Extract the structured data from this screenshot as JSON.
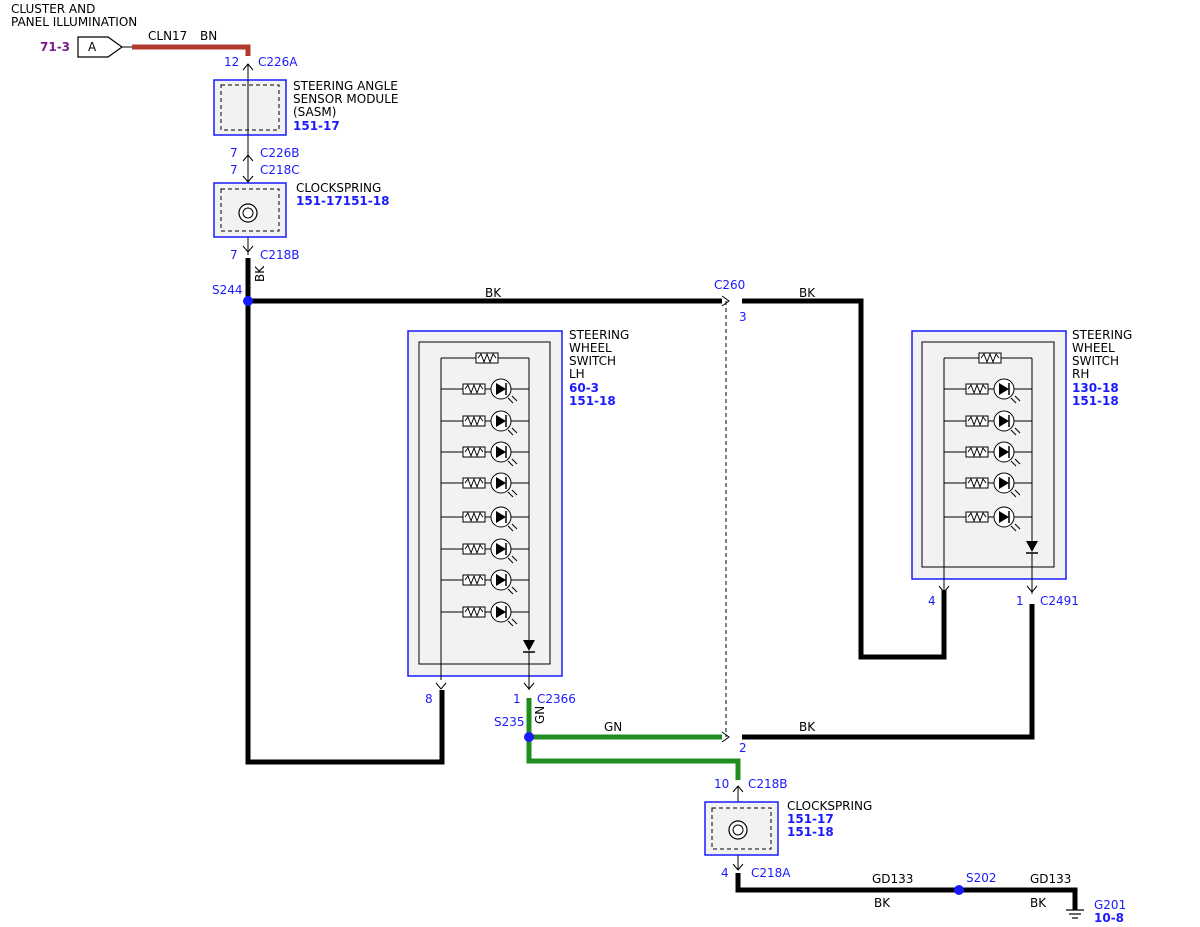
{
  "title": {
    "line1": "CLUSTER AND",
    "line2": "PANEL ILLUMINATION"
  },
  "page_ref": "71-3",
  "connector_flag": "A",
  "wires": {
    "cln17": "CLN17",
    "bn": "BN",
    "bk_vertical": "BK",
    "bk_top_left": "BK",
    "bk_top_right": "BK",
    "gn_vertical": "GN",
    "gn_horizontal": "GN",
    "bk_mid_right": "BK",
    "gd133_left": "GD133",
    "gd133_right": "GD133",
    "bk_bottom_left": "BK",
    "bk_bottom_right": "BK"
  },
  "connectors": {
    "c226a": {
      "pin": "12",
      "name": "C226A"
    },
    "c226b": {
      "pin": "7",
      "name": "C226B"
    },
    "c218c": {
      "pin": "7",
      "name": "C218C"
    },
    "c218b_top": {
      "pin": "7",
      "name": "C218B"
    },
    "c260": {
      "name": "C260",
      "pin_top": "3",
      "pin_bottom": "2"
    },
    "c2366": {
      "pin": "1",
      "name": "C2366",
      "pin_other": "8"
    },
    "c2491": {
      "pin": "1",
      "name": "C2491",
      "pin_other": "4"
    },
    "c218b_bottom": {
      "pin": "10",
      "name": "C218B"
    },
    "c218a": {
      "pin": "4",
      "name": "C218A"
    }
  },
  "splices": {
    "s244": "S244",
    "s235": "S235",
    "s202": "S202"
  },
  "components": {
    "sasm": {
      "line1": "STEERING ANGLE",
      "line2": "SENSOR MODULE",
      "line3": "(SASM)",
      "ref": "151-17"
    },
    "clockspring_top": {
      "name": "CLOCKSPRING",
      "ref": "151-17151-18"
    },
    "swlh": {
      "line1": "STEERING",
      "line2": "WHEEL",
      "line3": "SWITCH",
      "line4": "LH",
      "ref1": "60-3",
      "ref2": "151-18"
    },
    "swrh": {
      "line1": "STEERING",
      "line2": "WHEEL",
      "line3": "SWITCH",
      "line4": "RH",
      "ref1": "130-18",
      "ref2": "151-18"
    },
    "clockspring_bottom": {
      "name": "CLOCKSPRING",
      "ref1": "151-17",
      "ref2": "151-18"
    }
  },
  "ground": {
    "name": "G201",
    "ref": "10-8"
  },
  "colors": {
    "bk": "#000000",
    "gn": "#1f8c1f",
    "bn": "#b03a2e",
    "blue": "#1a1aff",
    "purple": "#7a1f8f"
  }
}
